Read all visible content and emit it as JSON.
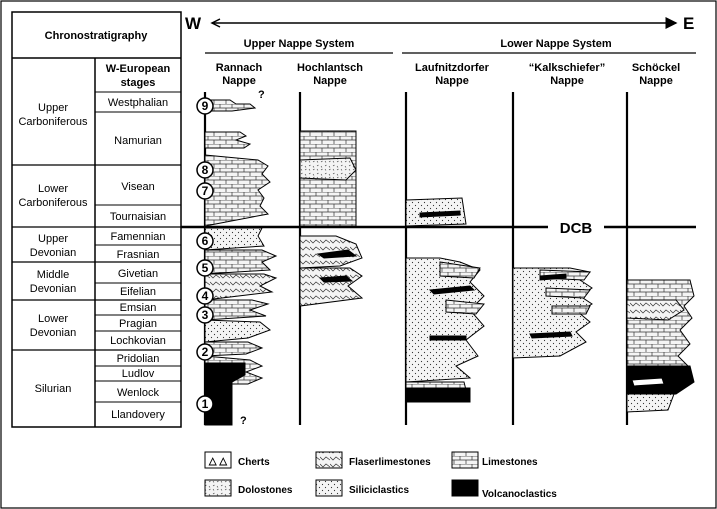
{
  "header": {
    "chrono": "Chronostratigraphy",
    "stages_line1": "W-European",
    "stages_line2": "stages",
    "west": "W",
    "east": "E",
    "upper_system": "Upper Nappe System",
    "lower_system": "Lower Nappe System",
    "dcb": "DCB"
  },
  "nappes": [
    {
      "line1": "Rannach",
      "line2": "Nappe"
    },
    {
      "line1": "Hochlantsch",
      "line2": "Nappe"
    },
    {
      "line1": "Laufnitzdorfer",
      "line2": "Nappe"
    },
    {
      "line1": "“Kalkschiefer”",
      "line2": "Nappe"
    },
    {
      "line1": "Schöckel",
      "line2": "Nappe"
    }
  ],
  "series": [
    {
      "line1": "Upper",
      "line2": "Carboniferous"
    },
    {
      "line1": "Lower",
      "line2": "Carboniferous"
    },
    {
      "line1": "Upper",
      "line2": "Devonian"
    },
    {
      "line1": "Middle",
      "line2": "Devonian"
    },
    {
      "line1": "Lower",
      "line2": "Devonian"
    },
    {
      "line1": "Silurian",
      "line2": ""
    }
  ],
  "stages": [
    "Westphalian",
    "Namurian",
    "Visean",
    "Tournaisian",
    "Famennian",
    "Frasnian",
    "Givetian",
    "Eifelian",
    "Emsian",
    "Pragian",
    "Lochkovian",
    "Pridolian",
    "Ludlov",
    "Wenlock",
    "Llandovery"
  ],
  "markers": [
    "1",
    "2",
    "3",
    "4",
    "5",
    "6",
    "7",
    "8",
    "9"
  ],
  "question_mark": "?",
  "legend": {
    "cherts": "Cherts",
    "flaserlimestones": "Flaserlimestones",
    "limestones": "Limestones",
    "dolostones": "Dolostones",
    "siliciclastics": "Siliciclastics",
    "volcanoclastics": "Volcanoclastics"
  },
  "legend_symbols": {
    "cherts": "△ △"
  },
  "colors": {
    "ink": "#000000",
    "paper": "#ffffff",
    "fill": "#f4f4f4"
  }
}
